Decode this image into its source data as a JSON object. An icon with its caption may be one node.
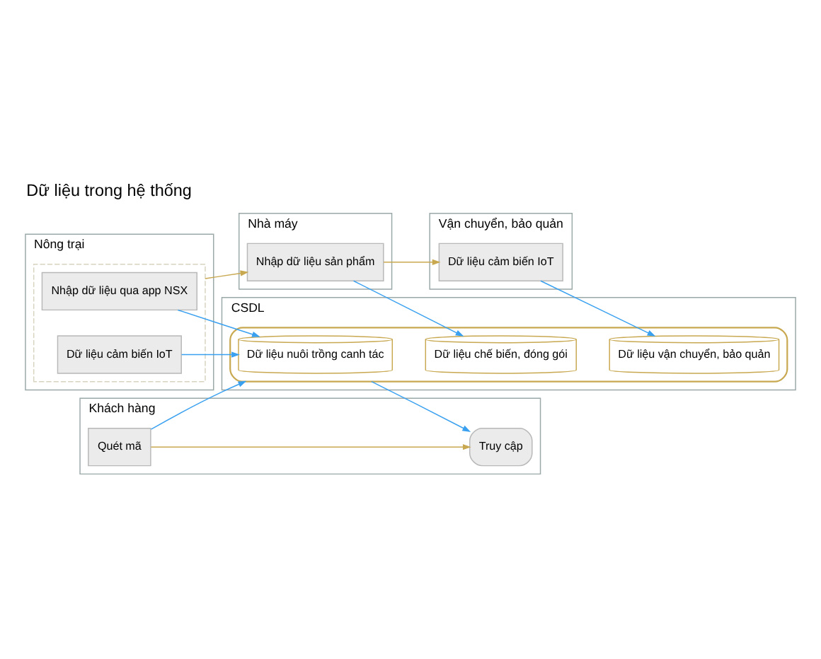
{
  "diagram": {
    "title": "Dữ liệu trong hệ thống",
    "nodes": [
      {
        "text": [
          "Nông trại"
        ]
      },
      {
        "text": [
          "Nhà máy"
        ]
      },
      {
        "text": [
          "Vận chuyển, bảo quản"
        ]
      },
      {
        "text": [
          "CSDL"
        ]
      },
      {
        "text": [
          "Khách hàng"
        ]
      },
      {
        "text": [],
        "shape": "box",
        "in": 0
      },
      {
        "text": [
          "Nhập dữ liệu qua app NSX"
        ],
        "in": 5
      },
      {
        "text": [
          "Dữ liệu cảm biến IoT"
        ],
        "in": 5
      },
      {
        "text": [
          "Nhập dữ liệu sản phẩm"
        ],
        "in": 1
      },
      {
        "text": [
          "Dữ liệu cảm biến IoT"
        ],
        "in": 2
      },
      {
        "text": [],
        "shape": "cylinder",
        "in": 3
      },
      {
        "text": [
          "Dữ liệu nuôi trồng canh tác"
        ],
        "in": 10
      },
      {
        "text": [
          "Dữ liệu chế biến, đóng gói"
        ],
        "in": 10
      },
      {
        "text": [
          "Dữ liệu vận chuyển, bảo quản"
        ],
        "in": 10
      },
      {
        "text": [
          "Quét mã"
        ],
        "in": 4
      },
      {
        "text": [
          "Truy cập"
        ],
        "in": 4
      }
    ],
    "edges": [
      {
        "from": 6,
        "to": 11,
        "arrow": "to"
      },
      {
        "from": 7,
        "to": 11,
        "arrow": "to"
      },
      {
        "from": 5,
        "to": 8,
        "arrow": "to",
        "color": "#c8a850"
      },
      {
        "from": 8,
        "to": 12,
        "arrow": "to"
      },
      {
        "from": 8,
        "to": 9,
        "arrow": "to",
        "color": "#c8a850"
      },
      {
        "from": 9,
        "to": 13,
        "arrow": "to"
      },
      {
        "from": 14,
        "to": 10,
        "arrow": "to"
      },
      {
        "from": 14,
        "to": 15,
        "arrow": "to",
        "color": "#c8a850"
      },
      {
        "from": 10,
        "to": 15,
        "arrow": "to"
      }
    ]
  }
}
